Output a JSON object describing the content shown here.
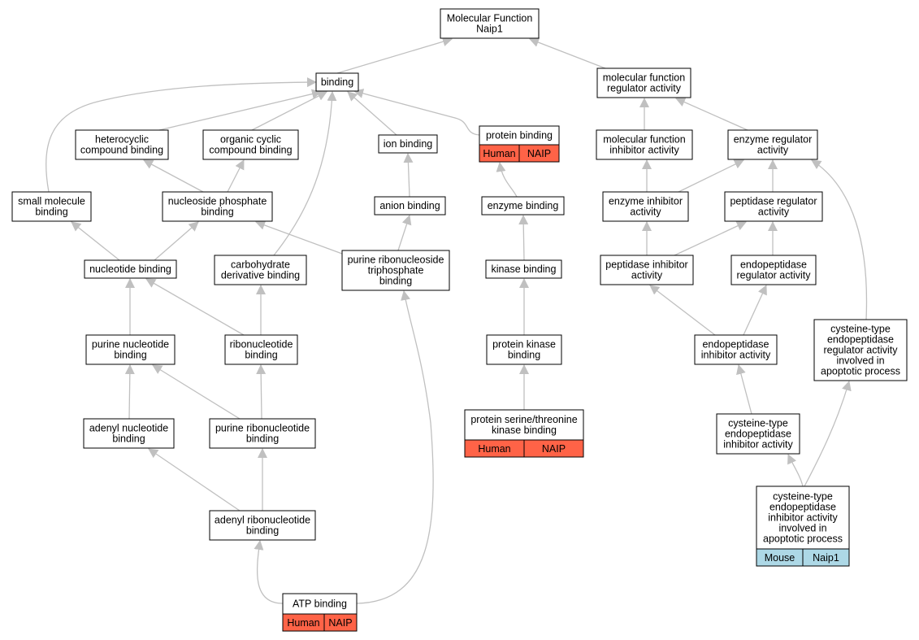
{
  "colors": {
    "edge": "#c0c0c0",
    "node_border": "#000000",
    "node_fill": "#ffffff",
    "human_fill": "#ff6347",
    "mouse_fill": "#add8e6",
    "text": "#000000"
  },
  "nodes": [
    {
      "id": "mf",
      "lines": [
        "Molecular Function",
        "Naip1"
      ]
    },
    {
      "id": "binding",
      "lines": [
        "binding"
      ]
    },
    {
      "id": "mfra",
      "lines": [
        "molecular function",
        "regulator activity"
      ]
    },
    {
      "id": "hcb",
      "lines": [
        "heterocyclic",
        "compound binding"
      ]
    },
    {
      "id": "occb",
      "lines": [
        "organic cyclic",
        "compound binding"
      ]
    },
    {
      "id": "ionb",
      "lines": [
        "ion binding"
      ]
    },
    {
      "id": "protb",
      "lines": [
        "protein binding"
      ],
      "annotation": {
        "species": "Human",
        "gene": "NAIP",
        "fill": "human"
      }
    },
    {
      "id": "mfia",
      "lines": [
        "molecular function",
        "inhibitor activity"
      ]
    },
    {
      "id": "enzra",
      "lines": [
        "enzyme regulator",
        "activity"
      ]
    },
    {
      "id": "smb",
      "lines": [
        "small molecule",
        "binding"
      ]
    },
    {
      "id": "npb",
      "lines": [
        "nucleoside phosphate",
        "binding"
      ]
    },
    {
      "id": "anionb",
      "lines": [
        "anion binding"
      ]
    },
    {
      "id": "enzb",
      "lines": [
        "enzyme binding"
      ]
    },
    {
      "id": "enzia",
      "lines": [
        "enzyme inhibitor",
        "activity"
      ]
    },
    {
      "id": "pepra",
      "lines": [
        "peptidase regulator",
        "activity"
      ]
    },
    {
      "id": "nucb",
      "lines": [
        "nucleotide binding"
      ]
    },
    {
      "id": "cdb",
      "lines": [
        "carbohydrate",
        "derivative binding"
      ]
    },
    {
      "id": "prntb",
      "lines": [
        "purine ribonucleoside",
        "triphosphate",
        "binding"
      ]
    },
    {
      "id": "kinb",
      "lines": [
        "kinase binding"
      ]
    },
    {
      "id": "pepia",
      "lines": [
        "peptidase inhibitor",
        "activity"
      ]
    },
    {
      "id": "endora",
      "lines": [
        "endopeptidase",
        "regulator activity"
      ]
    },
    {
      "id": "purnb",
      "lines": [
        "purine nucleotide",
        "binding"
      ]
    },
    {
      "id": "ribnb",
      "lines": [
        "ribonucleotide",
        "binding"
      ]
    },
    {
      "id": "pkb",
      "lines": [
        "protein kinase",
        "binding"
      ]
    },
    {
      "id": "endoia",
      "lines": [
        "endopeptidase",
        "inhibitor activity"
      ]
    },
    {
      "id": "cterap",
      "lines": [
        "cysteine-type",
        "endopeptidase",
        "regulator activity",
        "involved in",
        "apoptotic process"
      ]
    },
    {
      "id": "adenb",
      "lines": [
        "adenyl nucleotide",
        "binding"
      ]
    },
    {
      "id": "purrb",
      "lines": [
        "purine ribonucleotide",
        "binding"
      ]
    },
    {
      "id": "pstkb",
      "lines": [
        "protein serine/threonine",
        "kinase binding"
      ],
      "annotation": {
        "species": "Human",
        "gene": "NAIP",
        "fill": "human"
      }
    },
    {
      "id": "cteia",
      "lines": [
        "cysteine-type",
        "endopeptidase",
        "inhibitor activity"
      ]
    },
    {
      "id": "adrb",
      "lines": [
        "adenyl ribonucleotide",
        "binding"
      ]
    },
    {
      "id": "cteiap",
      "lines": [
        "cysteine-type",
        "endopeptidase",
        "inhibitor activity",
        "involved in",
        "apoptotic process"
      ],
      "annotation": {
        "species": "Mouse",
        "gene": "Naip1",
        "fill": "mouse"
      }
    },
    {
      "id": "atpb",
      "lines": [
        "ATP binding"
      ],
      "annotation": {
        "species": "Human",
        "gene": "NAIP",
        "fill": "human"
      }
    }
  ],
  "edges": [
    {
      "from": "binding",
      "to": "mf"
    },
    {
      "from": "mfra",
      "to": "mf"
    },
    {
      "from": "hcb",
      "to": "binding"
    },
    {
      "from": "occb",
      "to": "binding"
    },
    {
      "from": "ionb",
      "to": "binding"
    },
    {
      "from": "protb",
      "to": "binding"
    },
    {
      "from": "smb",
      "to": "binding"
    },
    {
      "from": "cdb",
      "to": "binding"
    },
    {
      "from": "mfia",
      "to": "mfra"
    },
    {
      "from": "enzra",
      "to": "mfra"
    },
    {
      "from": "npb",
      "to": "hcb"
    },
    {
      "from": "npb",
      "to": "occb"
    },
    {
      "from": "anionb",
      "to": "ionb"
    },
    {
      "from": "enzb",
      "to": "protb"
    },
    {
      "from": "enzia",
      "to": "mfia"
    },
    {
      "from": "enzia",
      "to": "enzra"
    },
    {
      "from": "pepra",
      "to": "enzra"
    },
    {
      "from": "cterap",
      "to": "enzra"
    },
    {
      "from": "nucb",
      "to": "smb"
    },
    {
      "from": "nucb",
      "to": "npb"
    },
    {
      "from": "prntb",
      "to": "npb"
    },
    {
      "from": "prntb",
      "to": "anionb"
    },
    {
      "from": "kinb",
      "to": "enzb"
    },
    {
      "from": "pepia",
      "to": "enzia"
    },
    {
      "from": "pepia",
      "to": "pepra"
    },
    {
      "from": "endora",
      "to": "pepra"
    },
    {
      "from": "purnb",
      "to": "nucb"
    },
    {
      "from": "ribnb",
      "to": "nucb"
    },
    {
      "from": "ribnb",
      "to": "cdb"
    },
    {
      "from": "pkb",
      "to": "kinb"
    },
    {
      "from": "endoia",
      "to": "pepia"
    },
    {
      "from": "endoia",
      "to": "endora"
    },
    {
      "from": "adenb",
      "to": "purnb"
    },
    {
      "from": "purrb",
      "to": "purnb"
    },
    {
      "from": "purrb",
      "to": "ribnb"
    },
    {
      "from": "pstkb",
      "to": "pkb"
    },
    {
      "from": "cteia",
      "to": "endoia"
    },
    {
      "from": "adrb",
      "to": "adenb"
    },
    {
      "from": "adrb",
      "to": "purrb"
    },
    {
      "from": "cteiap",
      "to": "cteia"
    },
    {
      "from": "cteiap",
      "to": "cterap"
    },
    {
      "from": "atpb",
      "to": "adrb"
    },
    {
      "from": "atpb",
      "to": "prntb"
    }
  ]
}
